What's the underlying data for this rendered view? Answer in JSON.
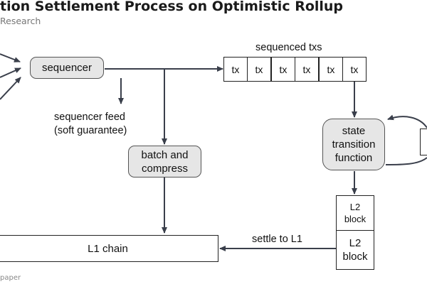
{
  "header": {
    "title": "tion Settlement Process on Optimistic Rollup",
    "subtitle": "Research"
  },
  "diagram": {
    "sequencer": "sequencer",
    "sequenced_txs_label": "sequenced txs",
    "txs": [
      "tx",
      "tx",
      "tx",
      "tx",
      "tx",
      "tx"
    ],
    "sequencer_feed_line1": "sequencer feed",
    "sequencer_feed_line2": "(soft guarantee)",
    "batch_line1": "batch and",
    "batch_line2": "compress",
    "stf_line1": "state",
    "stf_line2": "transition",
    "stf_line3": "function",
    "l2_block_small_line1": "L2",
    "l2_block_small_line2": "block",
    "l2_block_line1": "L2",
    "l2_block_line2": "block",
    "l1_chain": "L1 chain",
    "settle_label": "settle to L1",
    "colors": {
      "box_fill": "#e6e6e6",
      "arrow": "#3a3f4b",
      "text": "#111111"
    }
  },
  "footer": {
    "text": "paper"
  }
}
